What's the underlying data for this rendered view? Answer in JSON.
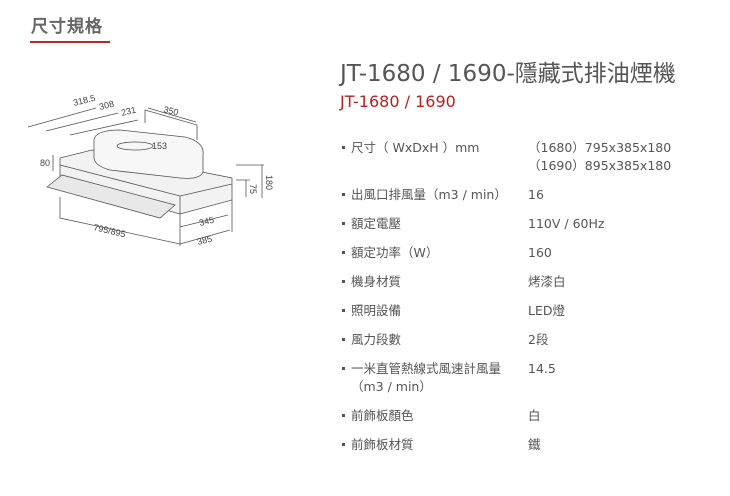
{
  "section": {
    "title": "尺寸規格"
  },
  "diagram": {
    "dims": [
      "318.5",
      "308",
      "231",
      "350",
      "153",
      "80",
      "180",
      "75",
      "345",
      "385",
      "795/895"
    ]
  },
  "product": {
    "title": "JT-1680 / 1690-隱藏式排油煙機",
    "subtitle": "JT-1680 / 1690"
  },
  "specs": [
    {
      "label": "尺寸（ WxDxH ）mm",
      "values": [
        "（1680）795x385x180",
        "（1690）895x385x180"
      ]
    },
    {
      "label": "出風口排風量（m3 / min）",
      "values": [
        "16"
      ]
    },
    {
      "label": "額定電壓",
      "values": [
        "110V / 60Hz"
      ]
    },
    {
      "label": "額定功率（W）",
      "values": [
        "160"
      ]
    },
    {
      "label": "機身材質",
      "values": [
        "烤漆白"
      ]
    },
    {
      "label": "照明設備",
      "values": [
        "LED燈"
      ]
    },
    {
      "label": "風力段數",
      "values": [
        "2段"
      ]
    },
    {
      "label": "一米直管熱線式風速計風量（m3 / min）",
      "values": [
        "14.5"
      ]
    },
    {
      "label": "前飾板顏色",
      "values": [
        "白"
      ]
    },
    {
      "label": "前飾板材質",
      "values": [
        "鐵"
      ]
    }
  ]
}
